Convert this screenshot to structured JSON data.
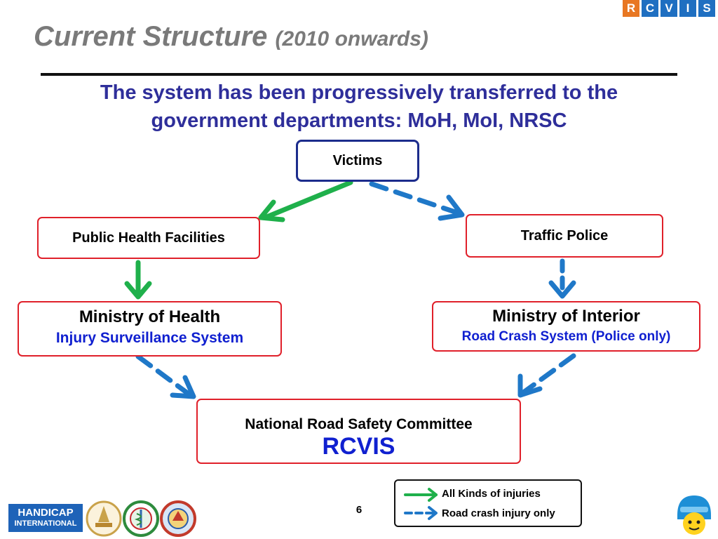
{
  "brand": {
    "letters": [
      "R",
      "C",
      "V",
      "I",
      "S"
    ],
    "letter_colors": [
      "#e87722",
      "#1f6fc1",
      "#1f6fc1",
      "#1f6fc1",
      "#1f6fc1"
    ]
  },
  "header": {
    "title": "Current Structure",
    "title_suffix": "(2010 onwards)",
    "subtitle_line1": "The system has been progressively transferred to the",
    "subtitle_line2": "government departments: MoH, MoI, NRSC"
  },
  "nodes": {
    "victims": {
      "label": "Victims"
    },
    "public_health": {
      "label": "Public Health Facilities"
    },
    "traffic_police": {
      "label": "Traffic Police"
    },
    "moh": {
      "label": "Ministry of Health",
      "system": "Injury Surveillance System"
    },
    "moi": {
      "label": "Ministry of Interior",
      "system": "Road Crash System (Police only)"
    },
    "nrsc": {
      "label": "National Road Safety Committee",
      "system": "RCVIS"
    }
  },
  "edges": [
    {
      "from": "Victims",
      "to": "Public Health Facilities",
      "style": "solid",
      "color": "#1fb04b"
    },
    {
      "from": "Victims",
      "to": "Traffic Police",
      "style": "dashed",
      "color": "#1f78c8"
    },
    {
      "from": "Public Health Facilities",
      "to": "Ministry of Health",
      "style": "solid",
      "color": "#1fb04b"
    },
    {
      "from": "Traffic Police",
      "to": "Ministry of Interior",
      "style": "dashed",
      "color": "#1f78c8"
    },
    {
      "from": "Ministry of Health",
      "to": "National Road Safety Committee",
      "style": "dashed",
      "color": "#1f78c8"
    },
    {
      "from": "Ministry of Interior",
      "to": "National Road Safety Committee",
      "style": "dashed",
      "color": "#1f78c8"
    }
  ],
  "legend": {
    "solid_label": "All Kinds of injuries",
    "dashed_label": "Road crash injury only",
    "solid_color": "#1fb04b",
    "dashed_color": "#1f78c8"
  },
  "footer": {
    "page_number": "6",
    "handicap_line1": "HANDICAP",
    "handicap_line2": "INTERNATIONAL"
  }
}
